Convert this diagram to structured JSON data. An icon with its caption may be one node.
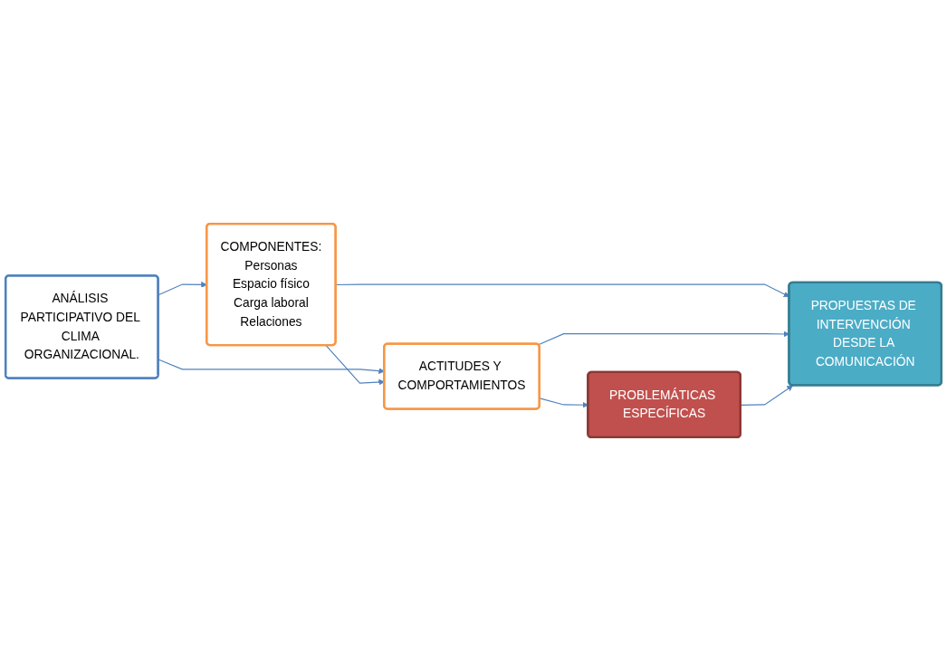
{
  "diagram": {
    "nodes": [
      {
        "text": [
          "ANÁLISIS PARTICIPATIVO DEL CLIMA ORGANIZACIONAL."
        ]
      },
      {
        "text": [
          "COMPONENTES:",
          "Personas",
          "Espacio físico",
          "Carga laboral",
          "Relaciones"
        ]
      },
      {
        "text": [
          "ACTITUDES Y COMPORTAMIENTOS"
        ]
      },
      {
        "text": [
          "PROBLEMÁTICAS ESPECÍFICAS"
        ]
      },
      {
        "text": [
          "PROPUESTAS DE INTERVENCIÓN DESDE LA COMUNICACIÓN"
        ]
      }
    ],
    "edges": [
      {
        "from": 0,
        "to": 1,
        "arrow": "to"
      },
      {
        "from": 0,
        "to": 2,
        "arrow": "to"
      },
      {
        "from": 1,
        "to": 2,
        "arrow": "to"
      },
      {
        "from": 2,
        "to": 3,
        "arrow": "to"
      },
      {
        "from": 1,
        "to": 4,
        "arrow": "to"
      },
      {
        "from": 2,
        "to": 4,
        "arrow": "to"
      },
      {
        "from": 3,
        "to": 4,
        "arrow": "to"
      }
    ]
  }
}
